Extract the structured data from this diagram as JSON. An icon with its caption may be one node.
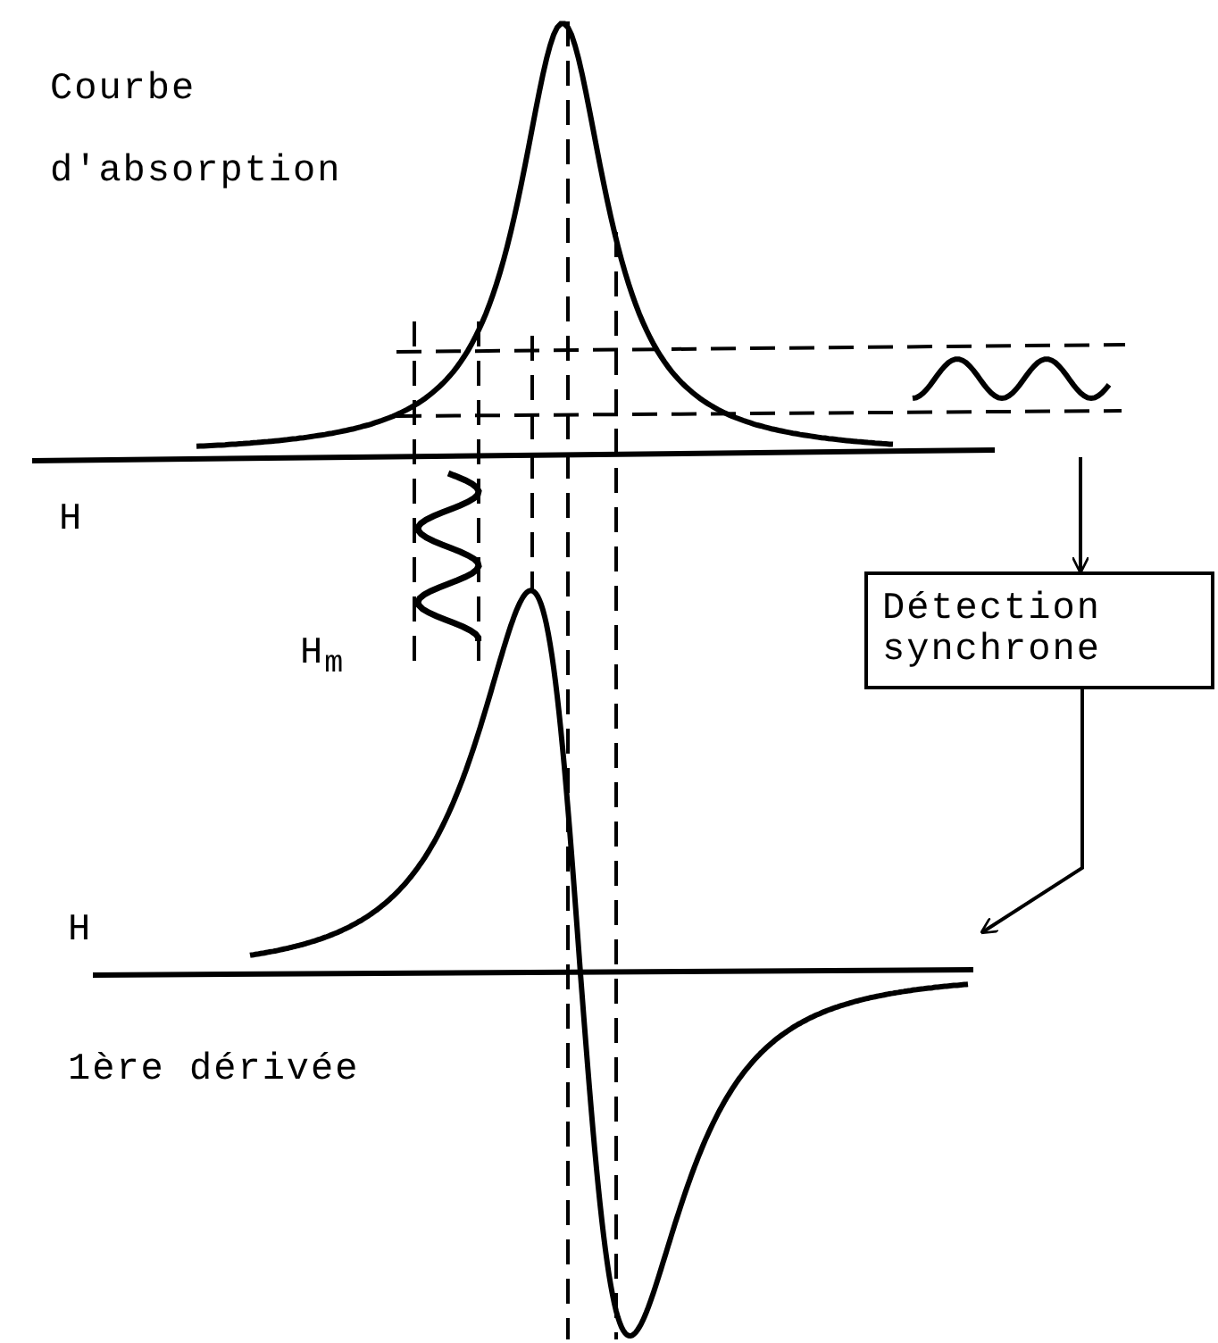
{
  "diagram": {
    "nodes": [
      {
        "text": [],
        "shape": "picture"
      },
      {
        "text": [
          "Détection synchrone"
        ]
      },
      {
        "text": [],
        "shape": "picture"
      }
    ],
    "edges": [
      {
        "from": 0,
        "to": 1,
        "arrow": "to"
      },
      {
        "from": 1,
        "to": 2,
        "arrow": "to"
      }
    ],
    "labels": [
      "Courbe d'absorption",
      "H",
      "H$_{m}$",
      "H",
      "1ère dérivée"
    ]
  }
}
